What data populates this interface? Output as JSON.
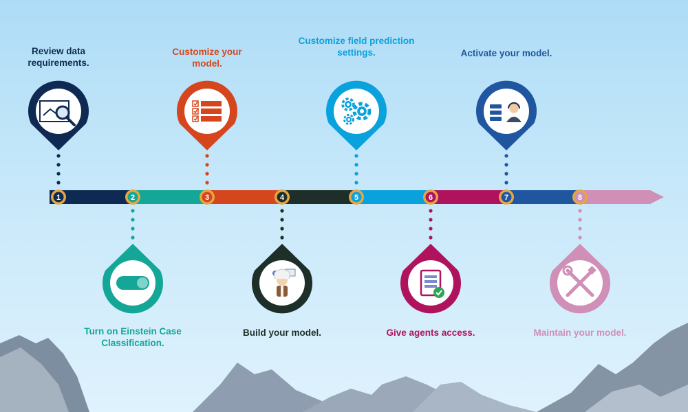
{
  "steps": [
    {
      "number": "1",
      "text": "Review data requirements.",
      "color": "#0f2a52",
      "icon": "data-review-icon"
    },
    {
      "number": "2",
      "text": "Turn on Einstein Case Classification.",
      "color": "#14a697",
      "icon": "toggle-switch-icon"
    },
    {
      "number": "3",
      "text": "Customize your model.",
      "color": "#d6461e",
      "icon": "checklist-icon"
    },
    {
      "number": "4",
      "text": "Build your model.",
      "color": "#1d2f28",
      "icon": "einstein-character-icon"
    },
    {
      "number": "5",
      "text": "Customize field prediction settings.",
      "color": "#0aa2dd",
      "icon": "gears-icon"
    },
    {
      "number": "6",
      "text": "Give agents access.",
      "color": "#b0135e",
      "icon": "agent-access-icon"
    },
    {
      "number": "7",
      "text": "Activate your model.",
      "color": "#1f569f",
      "icon": "support-agent-icon"
    },
    {
      "number": "8",
      "text": "Maintain your model.",
      "color": "#d08fb6",
      "icon": "wrench-screwdriver-icon"
    }
  ],
  "colors": {
    "marker_ring": "#e7a640",
    "marker_fill": "#0f2a52",
    "sky_top": "#aedcf6",
    "mountain": "#8594a5"
  }
}
